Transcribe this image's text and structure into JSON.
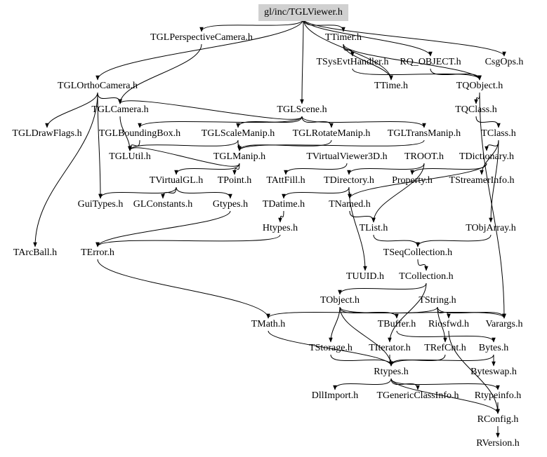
{
  "diagram": {
    "title": "Include dependency graph for gl/inc/TGLViewer.h",
    "root_fill": "#d0d0d0",
    "edge_color": "#000000",
    "nodes": [
      {
        "id": "root",
        "label": "gl/inc/TGLViewer.h"
      },
      {
        "id": "TGLPerspectiveCamera",
        "label": "TGLPerspectiveCamera.h"
      },
      {
        "id": "TTimer",
        "label": "TTimer.h"
      },
      {
        "id": "TSysEvtHandler",
        "label": "TSysEvtHandler.h"
      },
      {
        "id": "RQ_OBJECT",
        "label": "RQ_OBJECT.h"
      },
      {
        "id": "CsgOps",
        "label": "CsgOps.h"
      },
      {
        "id": "TGLOrthoCamera",
        "label": "TGLOrthoCamera.h"
      },
      {
        "id": "TTime",
        "label": "TTime.h"
      },
      {
        "id": "TQObject",
        "label": "TQObject.h"
      },
      {
        "id": "TGLCamera",
        "label": "TGLCamera.h"
      },
      {
        "id": "TGLScene",
        "label": "TGLScene.h"
      },
      {
        "id": "TQClass",
        "label": "TQClass.h"
      },
      {
        "id": "TGLDrawFlags",
        "label": "TGLDrawFlags.h"
      },
      {
        "id": "TGLBoundingBox",
        "label": "TGLBoundingBox.h"
      },
      {
        "id": "TGLScaleManip",
        "label": "TGLScaleManip.h"
      },
      {
        "id": "TGLRotateManip",
        "label": "TGLRotateManip.h"
      },
      {
        "id": "TGLTransManip",
        "label": "TGLTransManip.h"
      },
      {
        "id": "TClass",
        "label": "TClass.h"
      },
      {
        "id": "TGLUtil",
        "label": "TGLUtil.h"
      },
      {
        "id": "TGLManip",
        "label": "TGLManip.h"
      },
      {
        "id": "TVirtualViewer3D",
        "label": "TVirtualViewer3D.h"
      },
      {
        "id": "TROOT",
        "label": "TROOT.h"
      },
      {
        "id": "TDictionary",
        "label": "TDictionary.h"
      },
      {
        "id": "TVirtualGL",
        "label": "TVirtualGL.h"
      },
      {
        "id": "TPoint",
        "label": "TPoint.h"
      },
      {
        "id": "TAttFill",
        "label": "TAttFill.h"
      },
      {
        "id": "TDirectory",
        "label": "TDirectory.h"
      },
      {
        "id": "Property",
        "label": "Property.h"
      },
      {
        "id": "TStreamerInfo",
        "label": "TStreamerInfo.h"
      },
      {
        "id": "GuiTypes",
        "label": "GuiTypes.h"
      },
      {
        "id": "GLConstants",
        "label": "GLConstants.h"
      },
      {
        "id": "Gtypes",
        "label": "Gtypes.h"
      },
      {
        "id": "TDatime",
        "label": "TDatime.h"
      },
      {
        "id": "TNamed",
        "label": "TNamed.h"
      },
      {
        "id": "Htypes",
        "label": "Htypes.h"
      },
      {
        "id": "TList",
        "label": "TList.h"
      },
      {
        "id": "TObjArray",
        "label": "TObjArray.h"
      },
      {
        "id": "TArcBall",
        "label": "TArcBall.h"
      },
      {
        "id": "TError",
        "label": "TError.h"
      },
      {
        "id": "TSeqCollection",
        "label": "TSeqCollection.h"
      },
      {
        "id": "TUUID",
        "label": "TUUID.h"
      },
      {
        "id": "TCollection",
        "label": "TCollection.h"
      },
      {
        "id": "TObject",
        "label": "TObject.h"
      },
      {
        "id": "TString",
        "label": "TString.h"
      },
      {
        "id": "TMath",
        "label": "TMath.h"
      },
      {
        "id": "TBuffer",
        "label": "TBuffer.h"
      },
      {
        "id": "Riosfwd",
        "label": "Riosfwd.h"
      },
      {
        "id": "Varargs",
        "label": "Varargs.h"
      },
      {
        "id": "TStorage",
        "label": "TStorage.h"
      },
      {
        "id": "TIterator",
        "label": "TIterator.h"
      },
      {
        "id": "TRefCnt",
        "label": "TRefCnt.h"
      },
      {
        "id": "Bytes",
        "label": "Bytes.h"
      },
      {
        "id": "Rtypes",
        "label": "Rtypes.h"
      },
      {
        "id": "Byteswap",
        "label": "Byteswap.h"
      },
      {
        "id": "DllImport",
        "label": "DllImport.h"
      },
      {
        "id": "TGenericClassInfo",
        "label": "TGenericClassInfo.h"
      },
      {
        "id": "Rtypeinfo",
        "label": "Rtypeinfo.h"
      },
      {
        "id": "RConfig",
        "label": "RConfig.h"
      },
      {
        "id": "RVersion",
        "label": "RVersion.h"
      }
    ],
    "edges": [
      [
        "root",
        "TGLPerspectiveCamera"
      ],
      [
        "root",
        "TTimer"
      ],
      [
        "root",
        "RQ_OBJECT"
      ],
      [
        "root",
        "CsgOps"
      ],
      [
        "root",
        "TGLOrthoCamera"
      ],
      [
        "root",
        "TTime"
      ],
      [
        "root",
        "TGLScene"
      ],
      [
        "TGLPerspectiveCamera",
        "TGLCamera"
      ],
      [
        "TGLOrthoCamera",
        "TGLCamera"
      ],
      [
        "TGLOrthoCamera",
        "TGLDrawFlags"
      ],
      [
        "TGLOrthoCamera",
        "TArcBall"
      ],
      [
        "TGLOrthoCamera",
        "GuiTypes"
      ],
      [
        "TTimer",
        "TSysEvtHandler"
      ],
      [
        "TTimer",
        "TQObject"
      ],
      [
        "TTimer",
        "TTime"
      ],
      [
        "RQ_OBJECT",
        "TQObject"
      ],
      [
        "TSysEvtHandler",
        "TQObject"
      ],
      [
        "TQObject",
        "TQClass"
      ],
      [
        "TQObject",
        "Varargs"
      ],
      [
        "TQClass",
        "TClass"
      ],
      [
        "TGLScene",
        "TGLBoundingBox"
      ],
      [
        "TGLScene",
        "TGLScaleManip"
      ],
      [
        "TGLScene",
        "TGLRotateManip"
      ],
      [
        "TGLScene",
        "TGLTransManip"
      ],
      [
        "TGLScene",
        "TGLCamera"
      ],
      [
        "TGLCamera",
        "TGLUtil"
      ],
      [
        "TGLBoundingBox",
        "TGLUtil"
      ],
      [
        "TGLScaleManip",
        "TGLUtil"
      ],
      [
        "TGLScaleManip",
        "TGLManip"
      ],
      [
        "TGLRotateManip",
        "TGLManip"
      ],
      [
        "TGLTransManip",
        "TGLManip"
      ],
      [
        "TGLManip",
        "TVirtualGL"
      ],
      [
        "TGLManip",
        "TPoint"
      ],
      [
        "TGLManip",
        "TGLUtil"
      ],
      [
        "TVirtualGL",
        "GuiTypes"
      ],
      [
        "TVirtualGL",
        "GLConstants"
      ],
      [
        "TVirtualGL",
        "Gtypes"
      ],
      [
        "TClass",
        "TDictionary"
      ],
      [
        "TClass",
        "TObjArray"
      ],
      [
        "TClass",
        "TStreamerInfo"
      ],
      [
        "TDictionary",
        "TNamed"
      ],
      [
        "TDictionary",
        "Property"
      ],
      [
        "TROOT",
        "TDirectory"
      ],
      [
        "TROOT",
        "TList"
      ],
      [
        "TVirtualViewer3D",
        "TAttFill"
      ],
      [
        "TDirectory",
        "TNamed"
      ],
      [
        "TDirectory",
        "TDatime"
      ],
      [
        "TDirectory",
        "TUUID"
      ],
      [
        "TDatime",
        "Htypes"
      ],
      [
        "TNamed",
        "TList"
      ],
      [
        "TList",
        "TSeqCollection"
      ],
      [
        "TObjArray",
        "TSeqCollection"
      ],
      [
        "TSeqCollection",
        "TCollection"
      ],
      [
        "TCollection",
        "TObject"
      ],
      [
        "TCollection",
        "TIterator"
      ],
      [
        "TObject",
        "Rtypes"
      ],
      [
        "TObject",
        "TStorage"
      ],
      [
        "TObject",
        "Varargs"
      ],
      [
        "TObject",
        "TBuffer"
      ],
      [
        "TString",
        "TMath"
      ],
      [
        "TString",
        "TRefCnt"
      ],
      [
        "TString",
        "Riosfwd"
      ],
      [
        "TString",
        "Varargs"
      ],
      [
        "Gtypes",
        "TError"
      ],
      [
        "Htypes",
        "TError"
      ],
      [
        "TError",
        "TMath"
      ],
      [
        "TMath",
        "Rtypes"
      ],
      [
        "TStorage",
        "Rtypes"
      ],
      [
        "TIterator",
        "Rtypes"
      ],
      [
        "TRefCnt",
        "Rtypes"
      ],
      [
        "Bytes",
        "Rtypes"
      ],
      [
        "Bytes",
        "Byteswap"
      ],
      [
        "TBuffer",
        "Bytes"
      ],
      [
        "Rtypes",
        "DllImport"
      ],
      [
        "Rtypes",
        "TGenericClassInfo"
      ],
      [
        "Rtypes",
        "Rtypeinfo"
      ],
      [
        "Rtypes",
        "RConfig"
      ],
      [
        "Rtypeinfo",
        "RConfig"
      ],
      [
        "RConfig",
        "RVersion"
      ],
      [
        "Riosfwd",
        "RConfig"
      ]
    ]
  }
}
